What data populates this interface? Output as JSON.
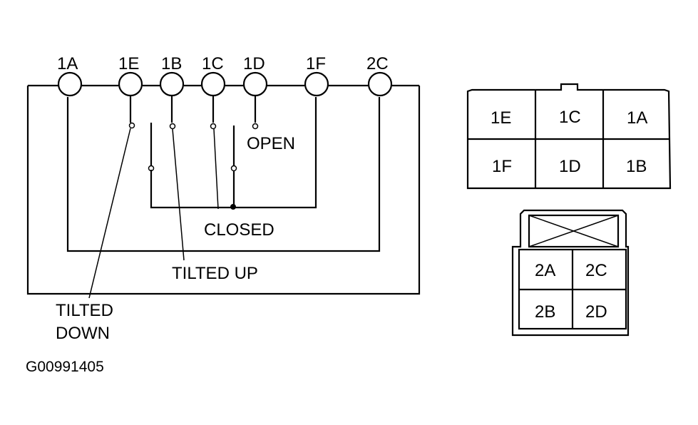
{
  "terminals": {
    "1A": "1A",
    "1E": "1E",
    "1B": "1B",
    "1C": "1C",
    "1D": "1D",
    "1F": "1F",
    "2C": "2C"
  },
  "positions": {
    "open": "OPEN",
    "closed": "CLOSED",
    "tilted_up": "TILTED UP",
    "tilted_down_line1": "TILTED",
    "tilted_down_line2": "DOWN"
  },
  "figure_id": "G00991405",
  "connector_1": {
    "row1": [
      "1E",
      "1C",
      "1A"
    ],
    "row2": [
      "1F",
      "1D",
      "1B"
    ]
  },
  "connector_2": {
    "row1": [
      "2A",
      "2C"
    ],
    "row2": [
      "2B",
      "2D"
    ]
  }
}
